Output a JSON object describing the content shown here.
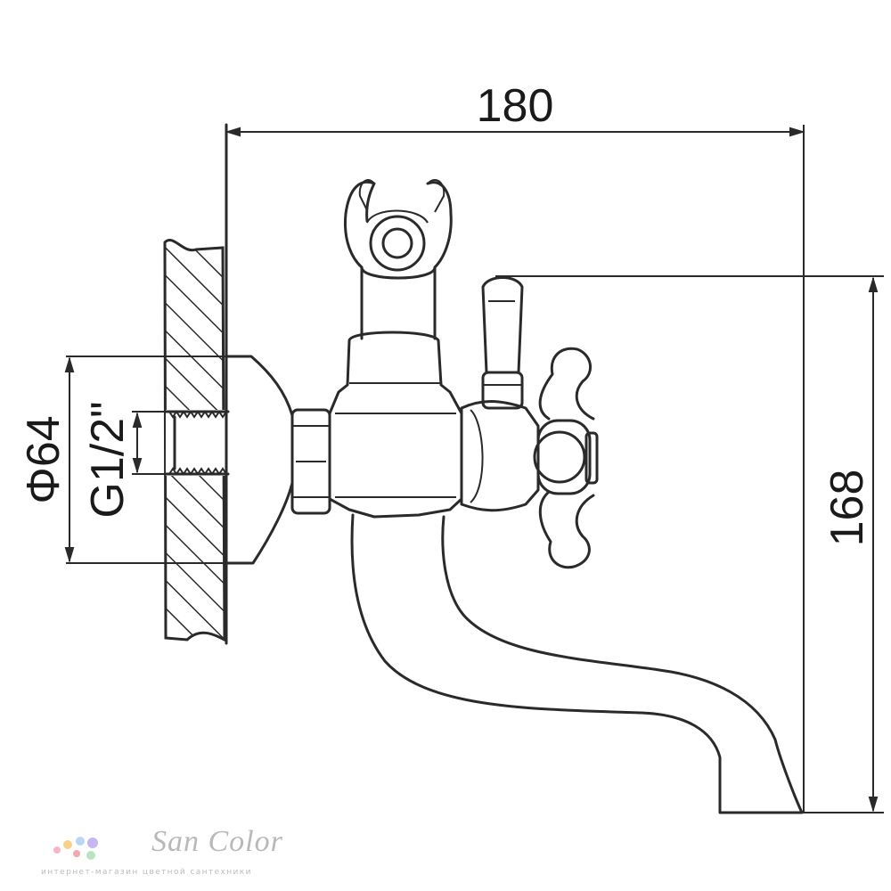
{
  "drawing": {
    "dimensions": {
      "width_label": "180",
      "height_label": "168",
      "flange_diameter_label": "Φ64",
      "thread_label": "G1/2\""
    }
  },
  "watermark": {
    "brand": "San Color",
    "tagline": "интернет-магазин цветной сантехники",
    "dot_colors": [
      "#f4b6c8",
      "#f7d08a",
      "#b7d7f4",
      "#c8b6f0",
      "#b9e4c3",
      "#f3a9a9"
    ]
  }
}
